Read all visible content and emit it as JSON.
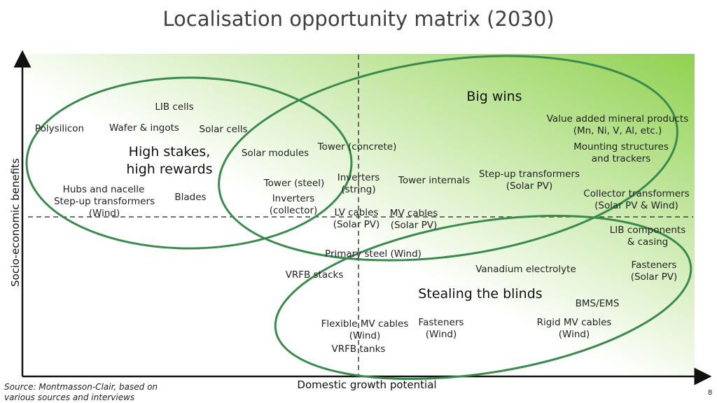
{
  "slide": {
    "title": "Localisation opportunity matrix (2030)",
    "x_axis_label": "Domestic growth potential",
    "y_axis_label": "Socio-economic benefits",
    "source_line1": "Source: Montmasson-Clair, based on",
    "source_line2": "various sources and interviews",
    "page_number": "8"
  },
  "quadrants": {
    "high_stakes_line1": "High stakes,",
    "high_stakes_line2": "high rewards",
    "big_wins": "Big wins",
    "stealing_blinds": "Stealing the blinds"
  },
  "items": {
    "lib_cells": "LIB cells",
    "polysilicon": "Polysilicon",
    "wafer_ingots": "Wafer & ingots",
    "solar_cells": "Solar cells",
    "solar_modules": "Solar modules",
    "tower_concrete": "Tower (concrete)",
    "hubs_nacelle": "Hubs and nacelle",
    "stepup_wind_1": "Step-up transformers",
    "stepup_wind_2": "(Wind)",
    "blades": "Blades",
    "tower_steel": "Tower (steel)",
    "inverters_string_1": "Inverters",
    "inverters_string_2": "(string)",
    "inverters_collector_1": "Inverters",
    "inverters_collector_2": "(collector)",
    "tower_internals": "Tower internals",
    "stepup_pv_1": "Step-up transformers",
    "stepup_pv_2": "(Solar PV)",
    "value_added_1": "Value added mineral products",
    "value_added_2": "(Mn, Ni, V, Al, etc.)",
    "mounting_1": "Mounting structures",
    "mounting_2": "and trackers",
    "collector_tf_1": "Collector transformers",
    "collector_tf_2": "(Solar PV & Wind)",
    "lv_cables_1": "LV cables",
    "lv_cables_2": "(Solar PV)",
    "mv_cables_1": "MV cables",
    "mv_cables_2": "(Solar PV)",
    "lib_components_1": "LIB components",
    "lib_components_2": "& casing",
    "primary_steel": "Primary steel (Wind)",
    "vrfb_stacks": "VRFB stacks",
    "vanadium_electrolyte": "Vanadium electrolyte",
    "fasteners_pv_1": "Fasteners",
    "fasteners_pv_2": "(Solar PV)",
    "bms_ems": "BMS/EMS",
    "flex_mv_1": "Flexible MV cables",
    "flex_mv_2": "(Wind)",
    "vrfb_tanks": "VRFB tanks",
    "fasteners_wind_1": "Fasteners",
    "fasteners_wind_2": "(Wind)",
    "rigid_mv_1": "Rigid MV cables",
    "rigid_mv_2": "(Wind)"
  },
  "colors": {
    "ellipse_stroke": "#3a8a4e",
    "gradient_light": "#ffffff",
    "gradient_dark": "#8fd14f",
    "axis": "#111111"
  }
}
